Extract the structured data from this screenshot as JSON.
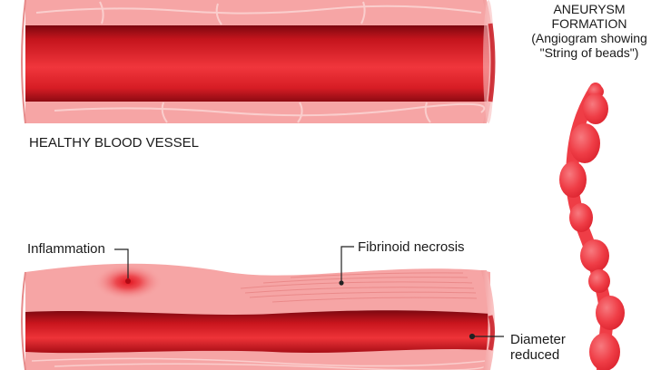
{
  "labels": {
    "healthy": "HEALTHY BLOOD VESSEL",
    "aneurysm_title_1": "ANEURYSM",
    "aneurysm_title_2": "FORMATION",
    "aneurysm_title_3": "(Angiogram showing",
    "aneurysm_title_4": "\"String of beads\")",
    "inflammation": "Inflammation",
    "fibrinoid": "Fibrinoid necrosis",
    "diameter_1": "Diameter",
    "diameter_2": "reduced"
  },
  "colors": {
    "vessel_wall": "#f6a5a5",
    "wall_light": "#fbd0cf",
    "lumen_dark": "#8e0a12",
    "lumen_mid": "#e5222a",
    "lumen_light": "#f4484d",
    "bead": "#f0414a",
    "inflammation_spot": "#e8101c",
    "leader_line": "#222222"
  }
}
